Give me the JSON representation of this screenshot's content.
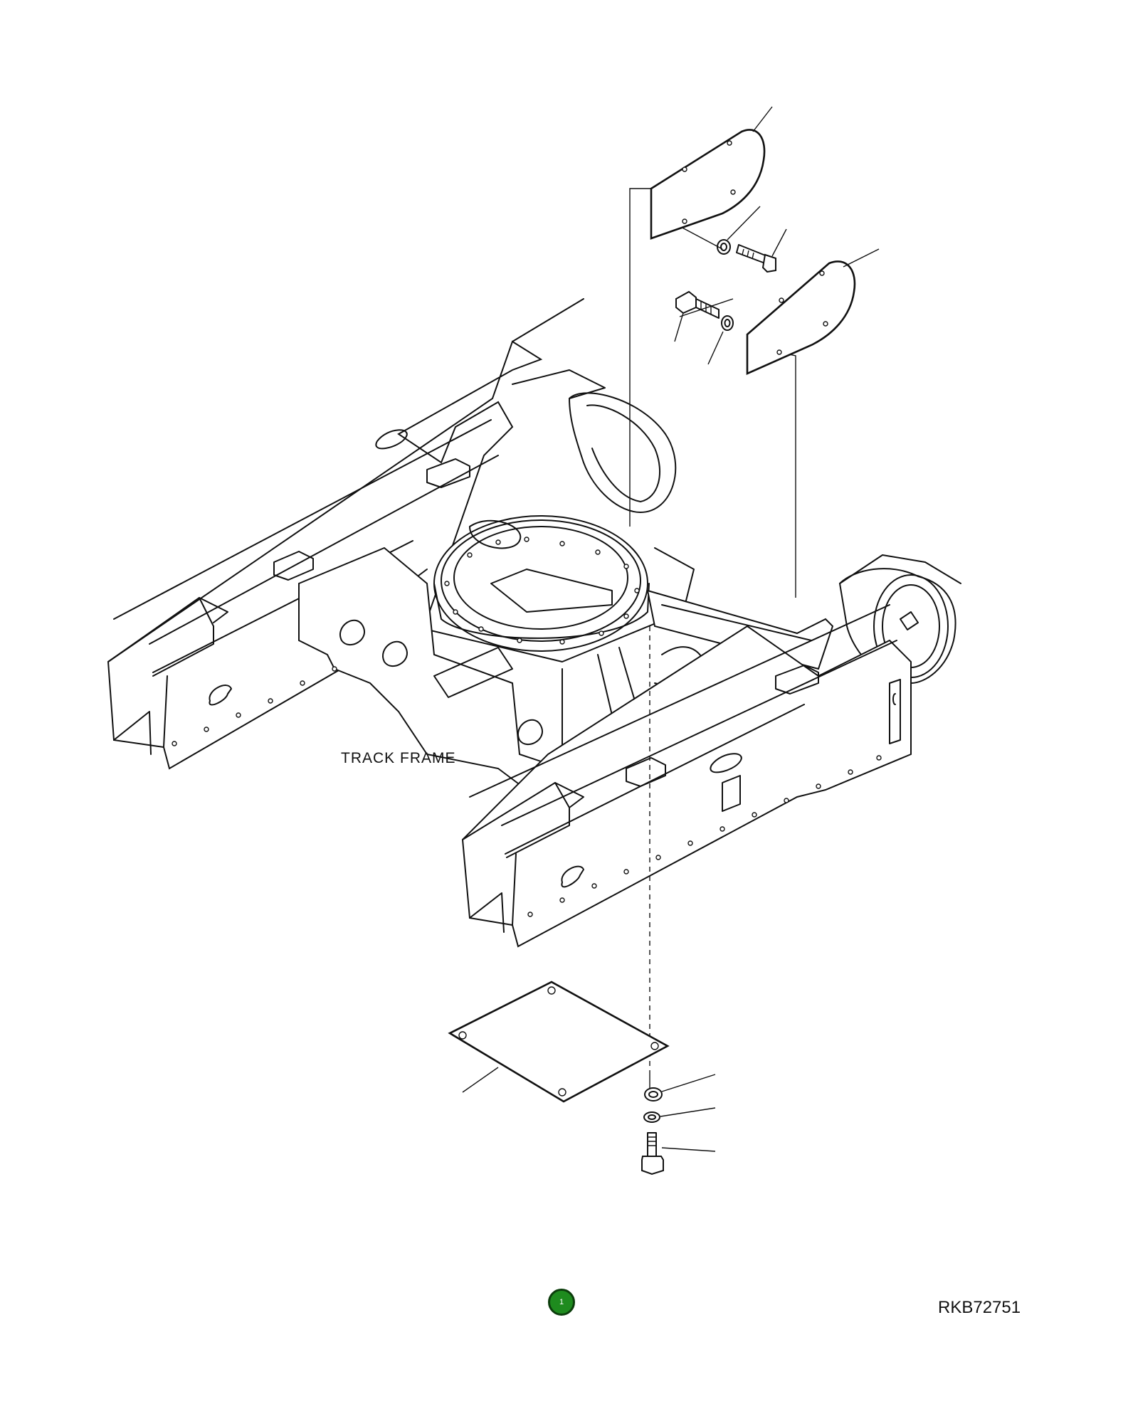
{
  "labels": {
    "assembly_name": "TRACK FRAME",
    "drawing_number": "RKB72751"
  },
  "page_marker": {
    "number": "1",
    "color": "#1e8b1e"
  },
  "parts": [
    {
      "part": "upper-left-cover",
      "icon": "cover-plate-icon"
    },
    {
      "part": "upper-right-cover",
      "icon": "cover-plate-icon"
    },
    {
      "part": "cover-washer-left",
      "icon": "washer-icon"
    },
    {
      "part": "cover-bolt-left",
      "icon": "bolt-icon"
    },
    {
      "part": "cover-washer-right",
      "icon": "washer-icon"
    },
    {
      "part": "cover-bolt-right",
      "icon": "bolt-icon"
    },
    {
      "part": "under-cover-plate",
      "icon": "square-plate-icon"
    },
    {
      "part": "lower-nut",
      "icon": "nut-icon"
    },
    {
      "part": "lower-washer",
      "icon": "washer-icon"
    },
    {
      "part": "lower-bolt",
      "icon": "bolt-icon"
    }
  ]
}
